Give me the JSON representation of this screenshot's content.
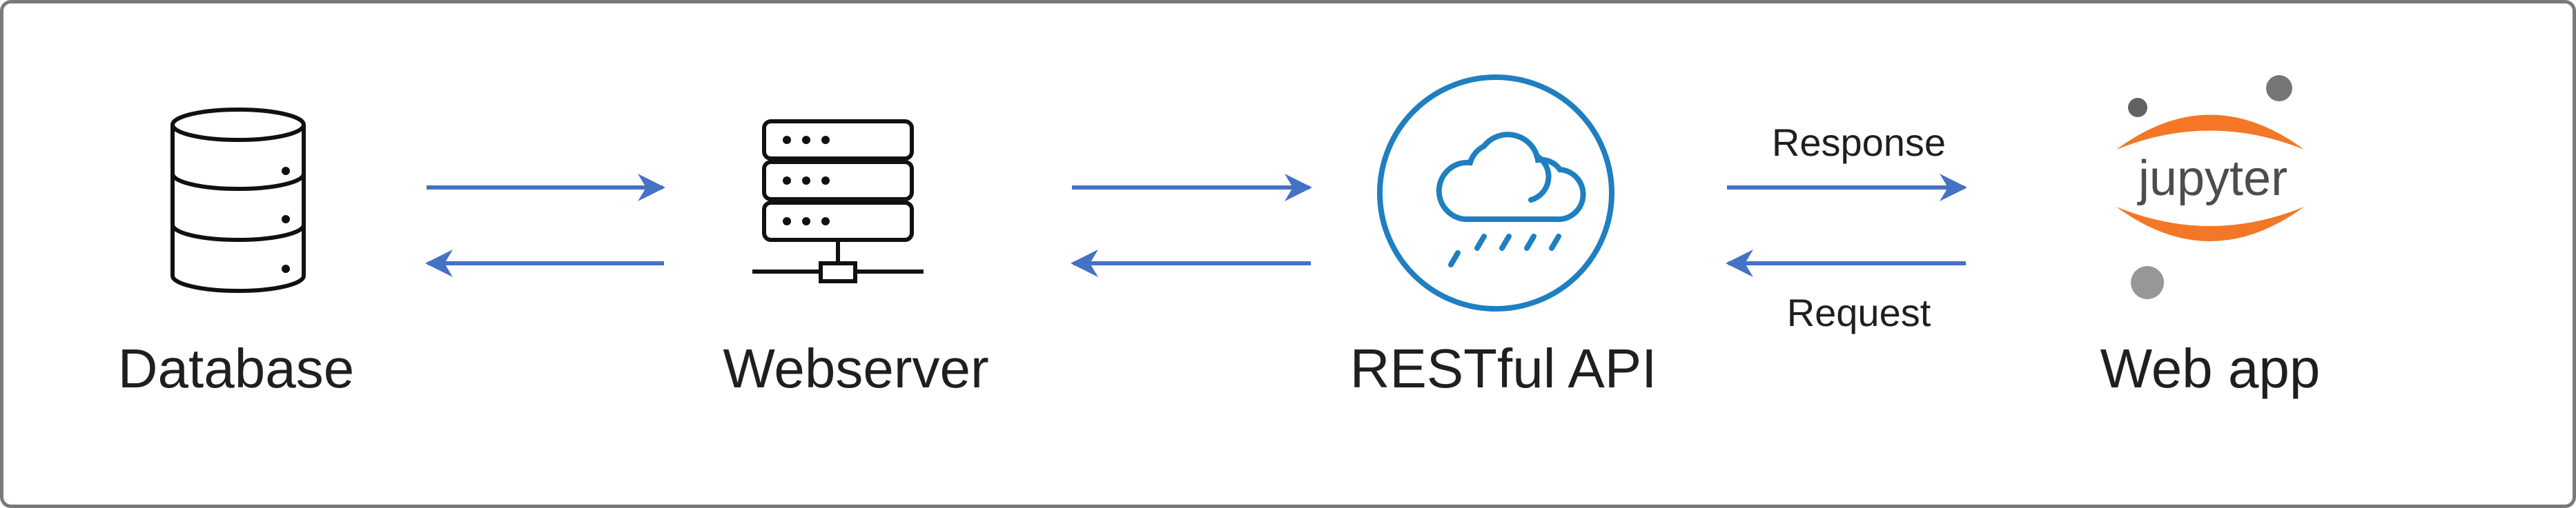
{
  "nodes": [
    {
      "id": "database",
      "label": "Database",
      "icon": "database-icon"
    },
    {
      "id": "webserver",
      "label": "Webserver",
      "icon": "server-icon"
    },
    {
      "id": "restful_api",
      "label": "RESTful API",
      "icon": "cloud-rain-icon"
    },
    {
      "id": "web_app",
      "label": "Web app",
      "icon": "jupyter-logo"
    }
  ],
  "edges": [
    {
      "from": "database",
      "to": "webserver",
      "direction": "bidirectional"
    },
    {
      "from": "webserver",
      "to": "restful_api",
      "direction": "bidirectional"
    },
    {
      "from": "restful_api",
      "to": "web_app",
      "forward_label": "Response",
      "backward_label": "Request",
      "direction": "bidirectional"
    }
  ],
  "logo": {
    "text": "jupyter"
  },
  "colors": {
    "arrow": "#4472c4",
    "api_icon": "#1f7fc0",
    "jupyter_orange": "#f37726",
    "jupyter_gray": "#767677",
    "icon_stroke": "#111111",
    "frame": "#7a7a7a"
  }
}
